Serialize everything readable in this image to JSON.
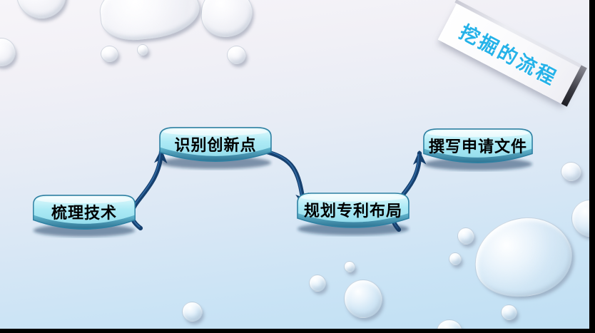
{
  "slide": {
    "title": "挖掘的流程",
    "flow_steps": [
      {
        "label": "梳理技术"
      },
      {
        "label": "识别创新点"
      },
      {
        "label": "规划专利布局"
      },
      {
        "label": "撰写申请文件"
      }
    ],
    "colors": {
      "title_text": "#25B2E8",
      "node_fill": "#A9E8F4",
      "node_rim": "#2E7392",
      "node_outline": "#2E80A2",
      "arrow": "#16406E",
      "background_top": "#F6F4F8",
      "background_bottom": "#BFDFF3",
      "frame": "#000000"
    }
  }
}
